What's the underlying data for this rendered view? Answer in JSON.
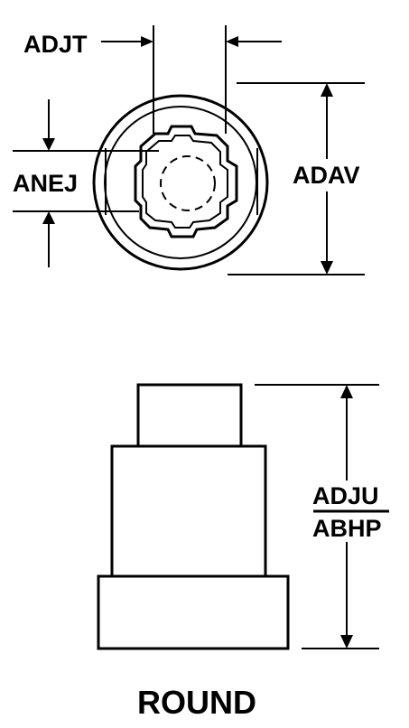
{
  "labels": {
    "adjt": "ADJT",
    "anej": "ANEJ",
    "adav": "ADAV",
    "adju": "ADJU",
    "abhp": "ABHP",
    "caption": "ROUND"
  },
  "colors": {
    "ink": "#000000",
    "paper": "#ffffff"
  }
}
